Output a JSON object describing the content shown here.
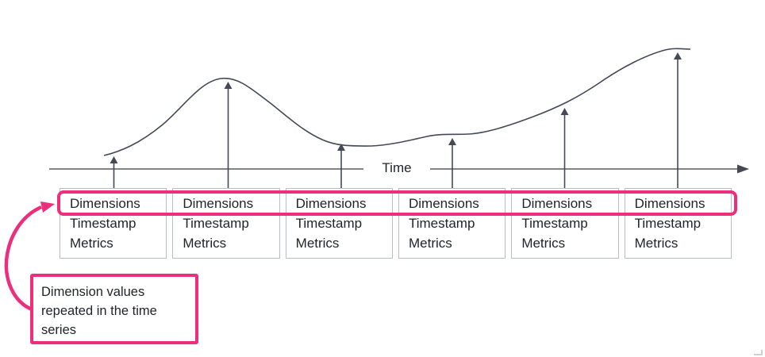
{
  "axis": {
    "label": "Time"
  },
  "records": [
    {
      "dimensions": "Dimensions",
      "timestamp": "Timestamp",
      "metrics": "Metrics"
    },
    {
      "dimensions": "Dimensions",
      "timestamp": "Timestamp",
      "metrics": "Metrics"
    },
    {
      "dimensions": "Dimensions",
      "timestamp": "Timestamp",
      "metrics": "Metrics"
    },
    {
      "dimensions": "Dimensions",
      "timestamp": "Timestamp",
      "metrics": "Metrics"
    },
    {
      "dimensions": "Dimensions",
      "timestamp": "Timestamp",
      "metrics": "Metrics"
    },
    {
      "dimensions": "Dimensions",
      "timestamp": "Timestamp",
      "metrics": "Metrics"
    }
  ],
  "annotation": {
    "text": "Dimension values repeated in the time series"
  },
  "colors": {
    "highlight_pink": "#ED2E7C",
    "curve_line": "#434A56",
    "axis_line": "#6E7178",
    "box_border": "#B9BEC5",
    "text": "#1F2229",
    "background": "#FFFFFF"
  }
}
